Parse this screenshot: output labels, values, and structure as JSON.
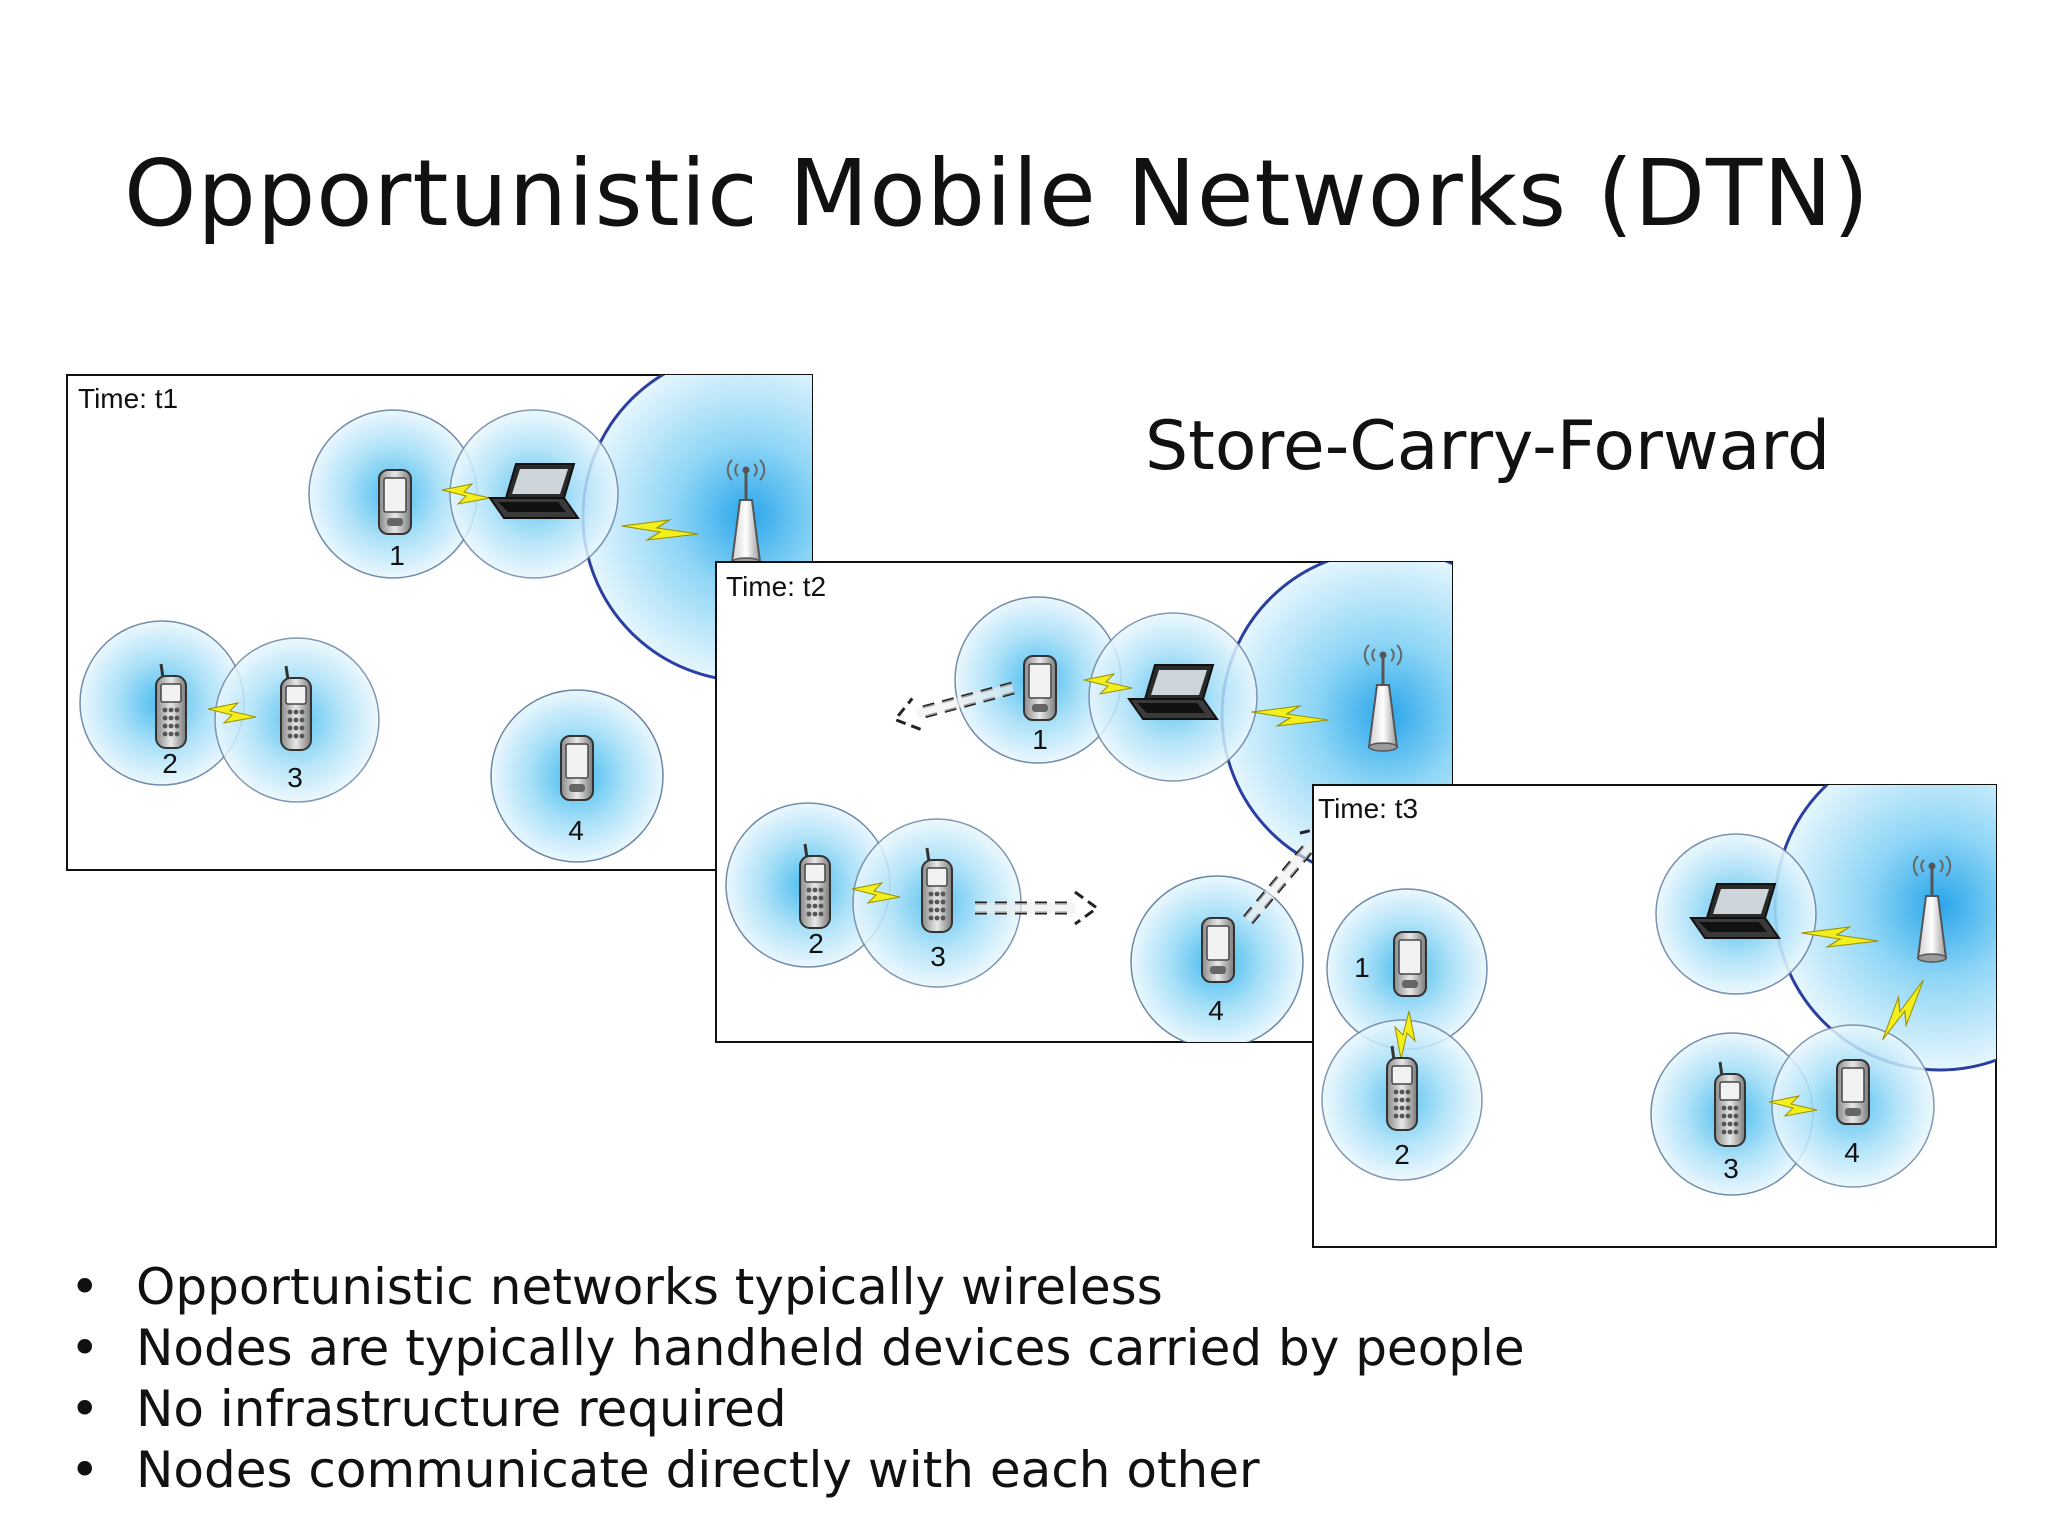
{
  "slide": {
    "title": "Opportunistic Mobile Networks (DTN)",
    "subtitle": "Store-Carry-Forward",
    "bullets": [
      "Opportunistic networks typically wireless",
      "Nodes are typically handheld devices carried by people",
      "No infrastructure required",
      "Nodes communicate directly with each other"
    ],
    "bullet_glyph": "•"
  },
  "diagram": {
    "panels": [
      {
        "time_label": "Time: t1",
        "node_labels": [
          "1",
          "2",
          "3",
          "4"
        ]
      },
      {
        "time_label": "Time: t2",
        "node_labels": [
          "1",
          "2",
          "3",
          "4"
        ]
      },
      {
        "time_label": "Time: t3",
        "node_labels": [
          "1",
          "2",
          "3",
          "4"
        ]
      }
    ],
    "colors": {
      "range_center": "#3fb8ee",
      "range_edge": "#e6f6fd",
      "tower_range_border": "#2a3f9f",
      "link": "#f2ef1c",
      "panel_border": "#111111"
    },
    "icons": [
      "pda-icon",
      "laptop-icon",
      "cell-phone-icon",
      "antenna-tower-icon",
      "lightning-link-icon",
      "dashed-arrow-icon"
    ]
  }
}
